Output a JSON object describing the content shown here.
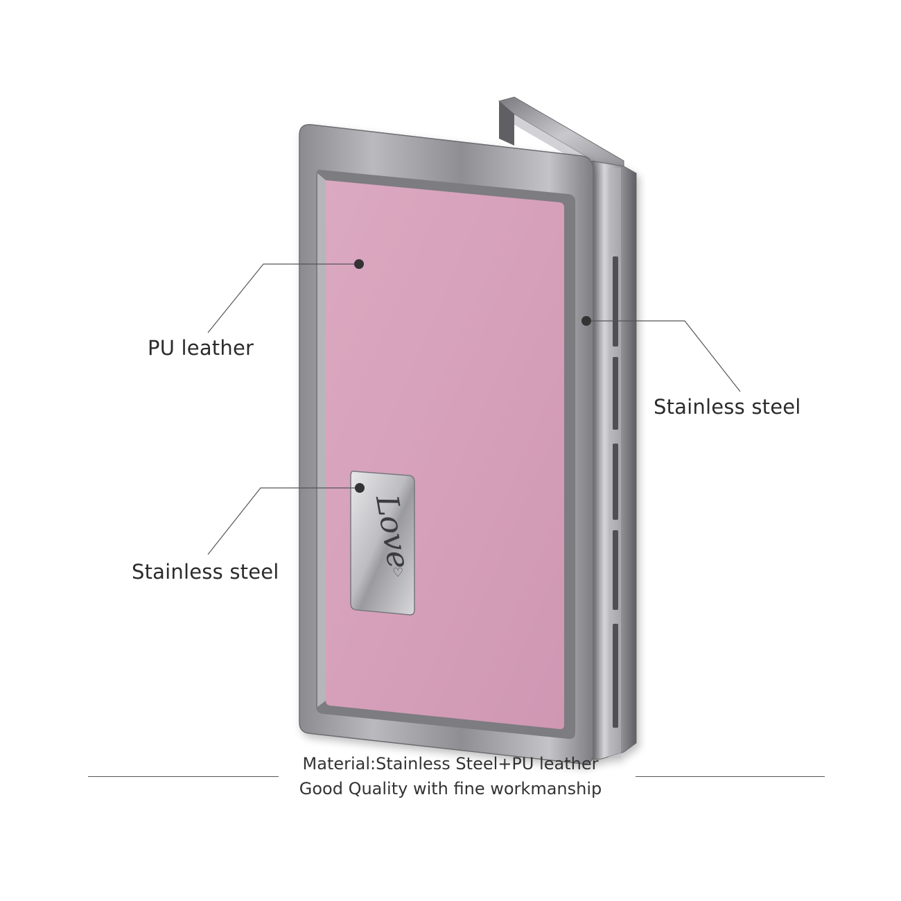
{
  "product": {
    "name": "",
    "leather_color": "#d9a3bd",
    "steel_color": "#9a9aa0",
    "plate_engraving": "Love"
  },
  "callouts": [
    {
      "id": "pu",
      "label": "PU leather"
    },
    {
      "id": "steel-side",
      "label": "Stainless steel"
    },
    {
      "id": "steel-plate",
      "label": "Stainless steel"
    }
  ],
  "footer": {
    "material": "Material:Stainless Steel+PU leather",
    "quality": "Good Quality with fine workmanship"
  }
}
